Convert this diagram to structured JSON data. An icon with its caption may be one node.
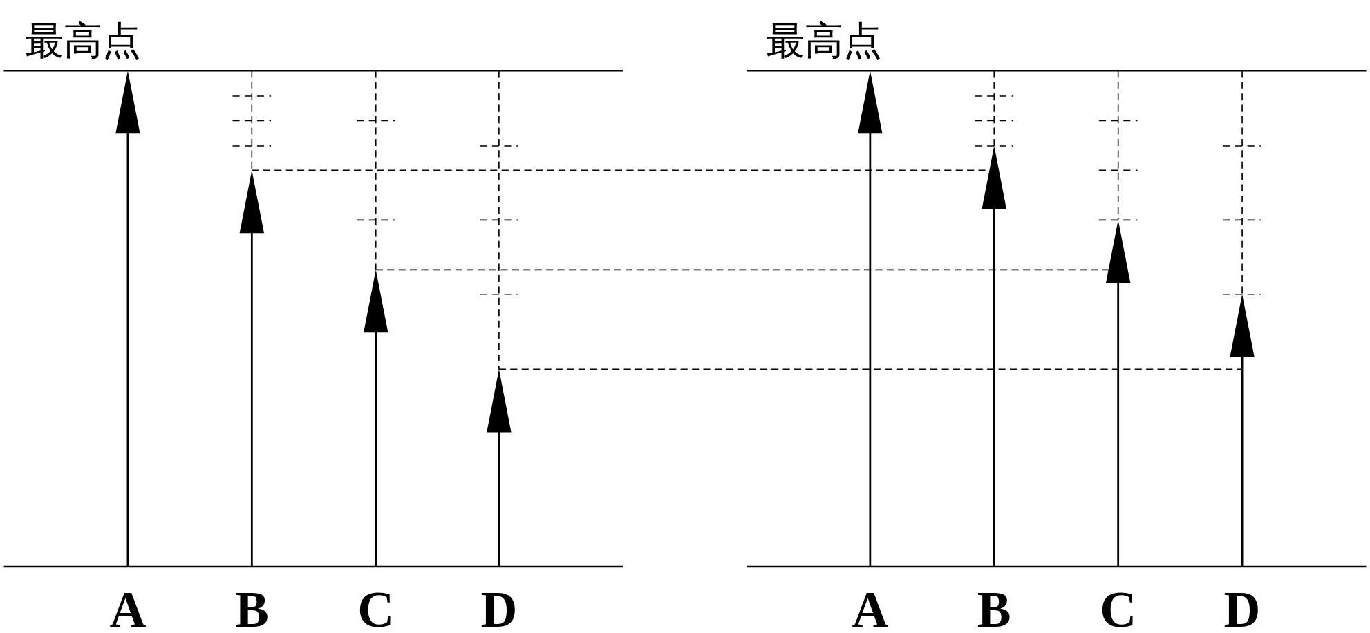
{
  "diagram": {
    "labels": [
      "最高点",
      "最高点",
      "A",
      "B",
      "C",
      "D",
      "A",
      "B",
      "C",
      "D"
    ]
  }
}
